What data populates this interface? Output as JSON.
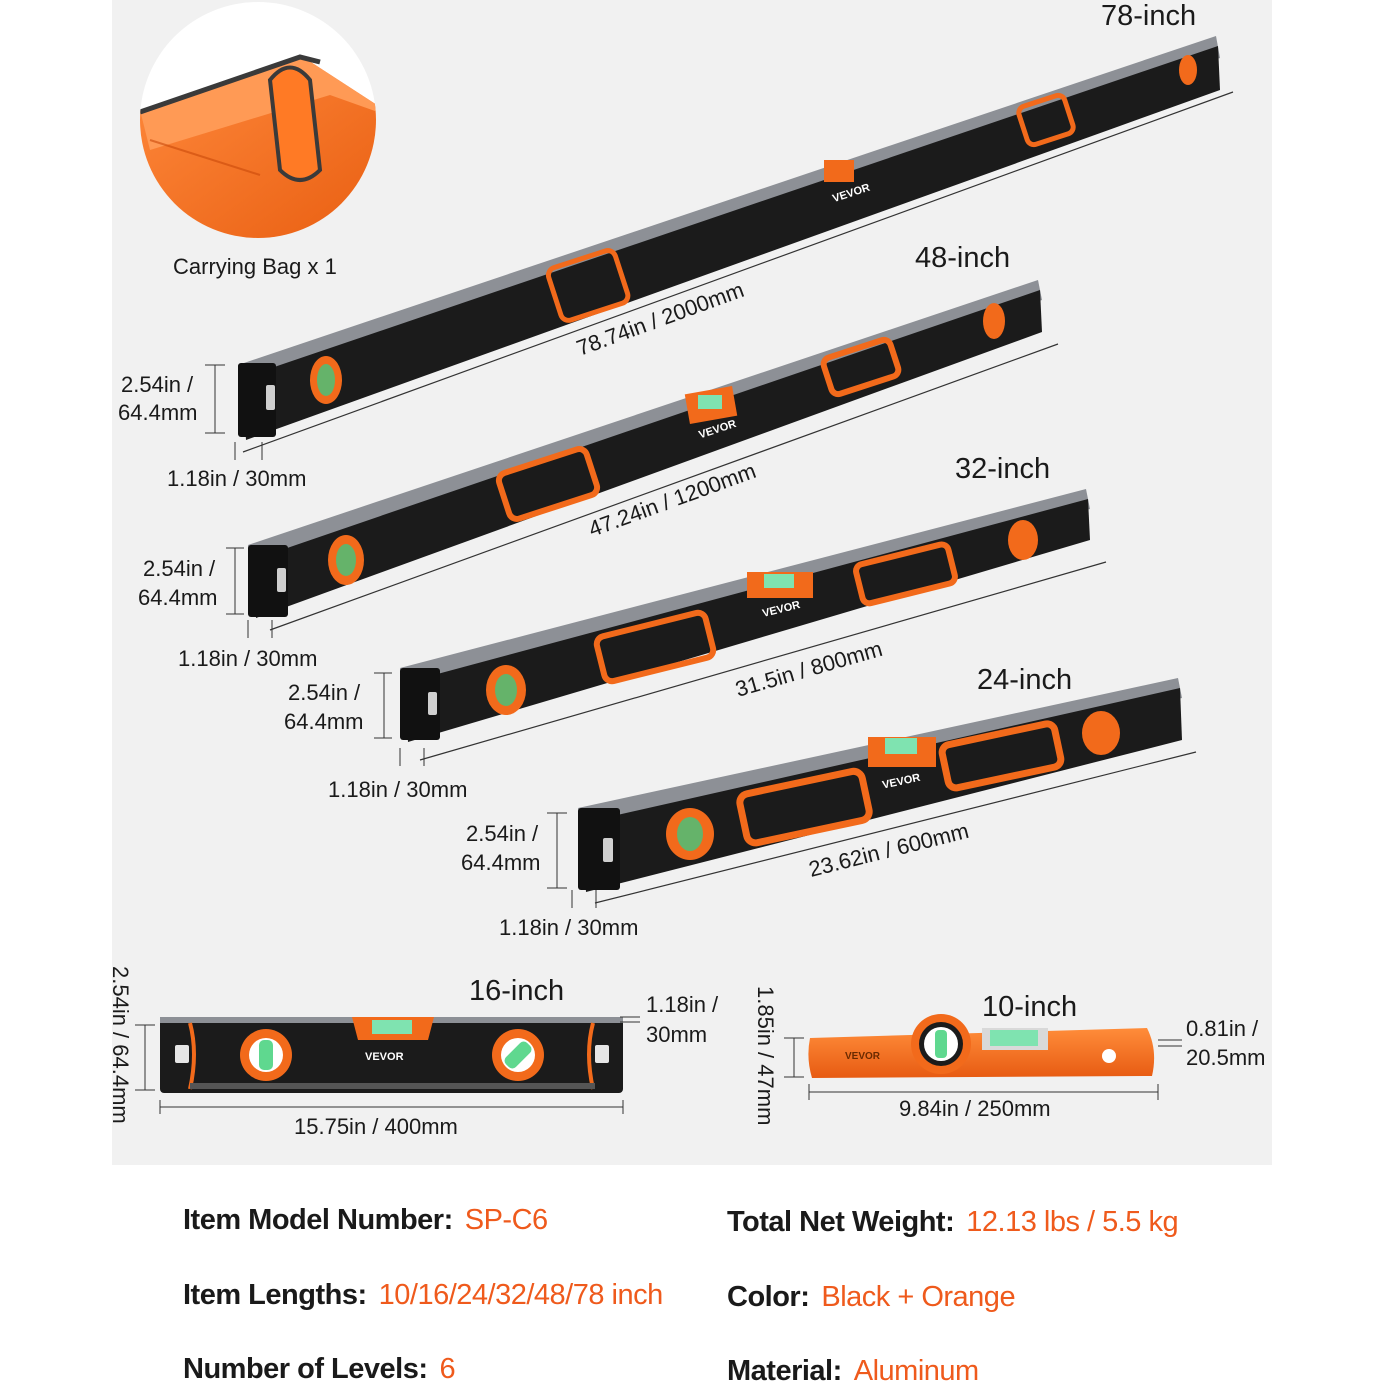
{
  "accessory": {
    "label": "Carrying Bag x 1"
  },
  "levels": [
    {
      "size": "78-inch",
      "length": "78.74in / 2000mm",
      "height": "2.54in / 64.4mm",
      "width": "1.18in / 30mm",
      "brand": "VEVOR"
    },
    {
      "size": "48-inch",
      "length": "47.24in / 1200mm",
      "height": "2.54in / 64.4mm",
      "width": "1.18in / 30mm",
      "brand": "VEVOR"
    },
    {
      "size": "32-inch",
      "length": "31.5in / 800mm",
      "height": "2.54in / 64.4mm",
      "width": "1.18in / 30mm",
      "brand": "VEVOR"
    },
    {
      "size": "24-inch",
      "length": "23.62in / 600mm",
      "height": "2.54in / 64.4mm",
      "width": "1.18in / 30mm",
      "brand": "VEVOR"
    },
    {
      "size": "16-inch",
      "length": "15.75in / 400mm",
      "height": "2.54in / 64.4mm",
      "width": "1.18in / 30mm",
      "brand": "VEVOR"
    },
    {
      "size": "10-inch",
      "length": "9.84in / 250mm",
      "height": "1.85in / 47mm",
      "width": "0.81in / 20.5mm",
      "brand": "VEVOR"
    }
  ],
  "split": {
    "line1": "2.54in /",
    "line2": "64.4mm",
    "w16_line1": "1.18in /",
    "w16_line2": "30mm",
    "w10_line1": "0.81in /",
    "w10_line2": "20.5mm"
  },
  "specs": {
    "model": {
      "label": "Item Model Number:",
      "value": "SP-C6"
    },
    "weight": {
      "label": "Total Net Weight:",
      "value": "12.13 lbs / 5.5 kg"
    },
    "lengths": {
      "label": "Item Lengths:",
      "value": "10/16/24/32/48/78 inch"
    },
    "color": {
      "label": "Color:",
      "value": "Black + Orange"
    },
    "levels_count": {
      "label": "Number of Levels:",
      "value": "6"
    },
    "material": {
      "label": "Material:",
      "value": "Aluminum"
    }
  },
  "colors": {
    "accent": "#ef5a1c",
    "body": "#1b1b1b",
    "orange": "#f26a1b"
  }
}
